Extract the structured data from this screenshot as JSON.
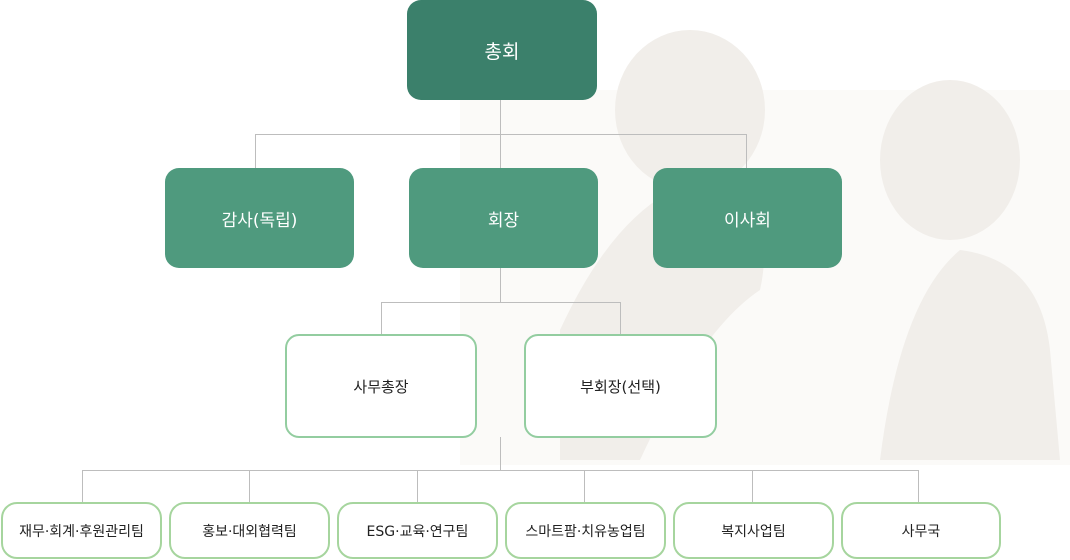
{
  "top": {
    "label": "총회"
  },
  "level2": [
    {
      "label": "감사(독립)"
    },
    {
      "label": "회장"
    },
    {
      "label": "이사회"
    }
  ],
  "level3": [
    {
      "label": "사무총장"
    },
    {
      "label": "부회장(선택)"
    }
  ],
  "teams": [
    {
      "label": "재무·회계·후원관리팀"
    },
    {
      "label": "홍보·대외협력팀"
    },
    {
      "label": "ESG·교육·연구팀"
    },
    {
      "label": "스마트팜·치유농업팀"
    },
    {
      "label": "복지사업팀"
    },
    {
      "label": "사무국"
    }
  ],
  "colors": {
    "top": "#3b806b",
    "level2": "#4f9a7e",
    "level3_border": "#93cda0",
    "team_border": "#a6d59e",
    "connector": "#bdbdbd"
  }
}
